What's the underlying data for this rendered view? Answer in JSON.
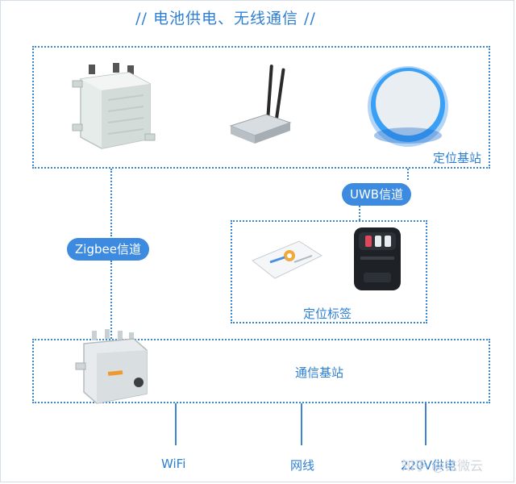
{
  "title": "//   电池供电、无线通信   //",
  "devices": {
    "anchor_label": "定位基站",
    "tag_label": "定位标签",
    "base_label": "通信基站"
  },
  "channels": {
    "uwb": "UWB信道",
    "zigbee": "Zigbee信道"
  },
  "uplinks": {
    "wifi": "WiFi",
    "wired": "网线",
    "power": "220V供电"
  },
  "watermark": "知乎 @铱微云",
  "colors": {
    "accent": "#3d8be0",
    "line": "#3a86d4"
  },
  "icons": [
    "outdoor-enclosure-icon",
    "wireless-router-icon",
    "uwb-anchor-disc-icon",
    "tag-card-icon",
    "tag-badge-device-icon",
    "base-station-enclosure-icon"
  ]
}
